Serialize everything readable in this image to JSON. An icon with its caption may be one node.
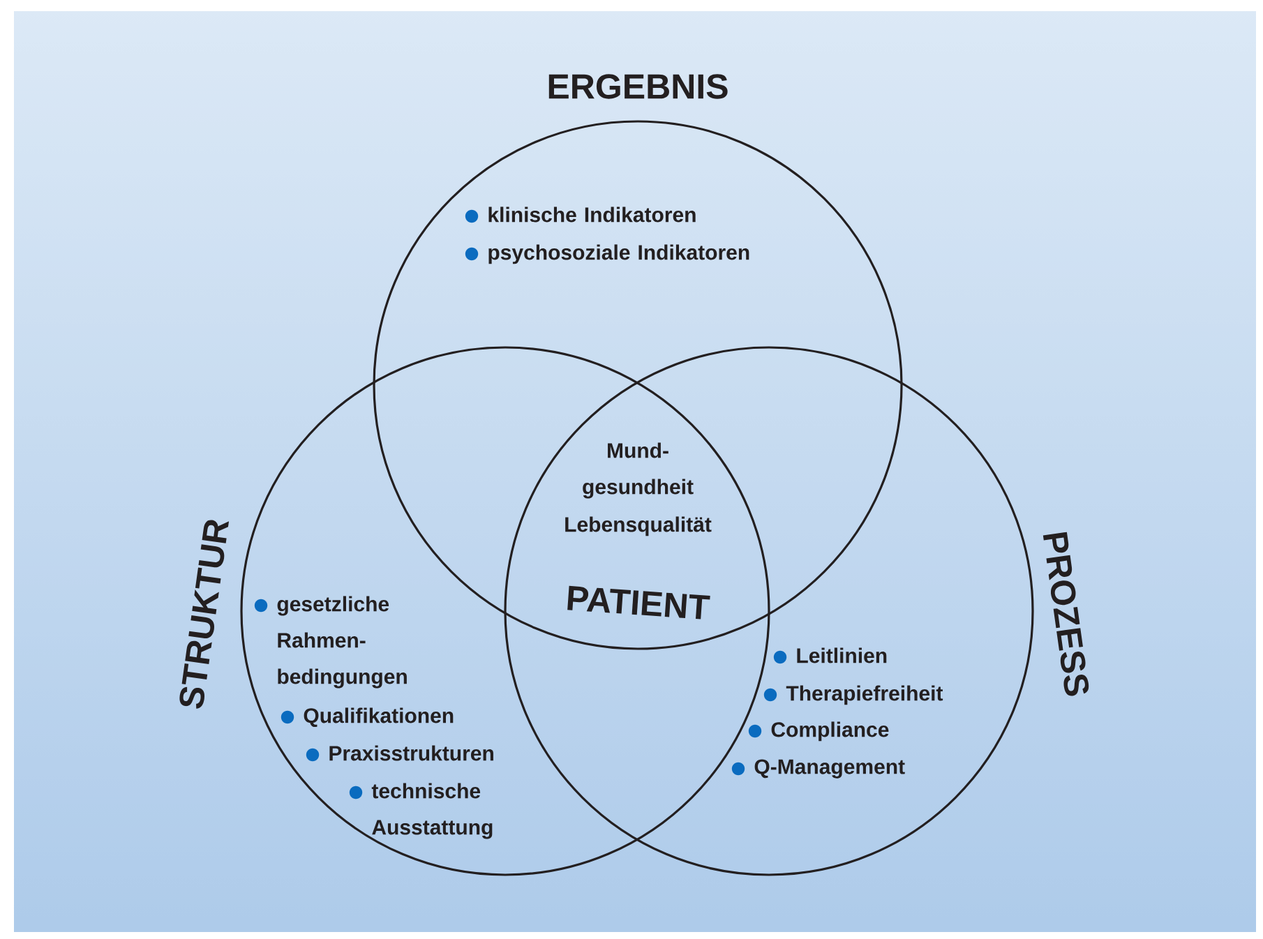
{
  "diagram": {
    "nodes": [
      {
        "text": [
          "ERGEBNIS",
          "klinische Indikatoren",
          "psychosoziale Indikatoren"
        ]
      },
      {
        "text": [
          "STRUKTUR",
          "gesetzliche Rahmen- bedingungen",
          "Qualifikationen",
          "Praxisstrukturen",
          "technische Ausstattung"
        ]
      },
      {
        "text": [
          "PROZESS",
          "Leitlinien",
          "Therapiefreiheit",
          "Compliance",
          "Q-Management"
        ]
      }
    ],
    "labels": [
      "Mund- gesundheit",
      "Lebensqualität",
      "PATIENT"
    ]
  }
}
